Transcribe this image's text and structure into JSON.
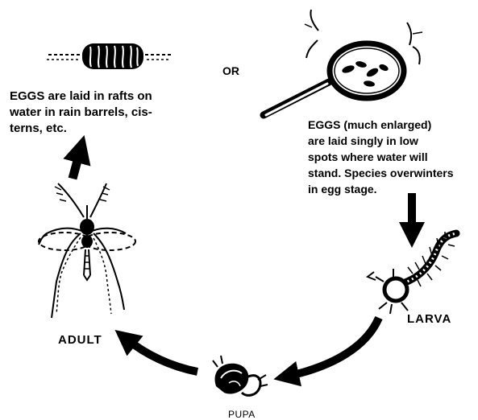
{
  "labels": {
    "or": "OR",
    "larva": "LARVA",
    "adult": "ADULT",
    "pupa": "PUPA"
  },
  "captions": {
    "egg_raft": [
      "EGGS  are laid in rafts on",
      "water in rain barrels, cis-",
      "terns, etc."
    ],
    "egg_single": [
      "EGGS  (much enlarged)",
      "are laid singly in low",
      "spots where water will",
      "stand. Species overwinters",
      "in egg stage."
    ]
  },
  "colors": {
    "ink": "#000000",
    "background": "#ffffff"
  },
  "icons": [
    "egg-raft-icon",
    "magnifying-glass-icon",
    "larva-icon",
    "pupa-icon",
    "adult-mosquito-icon",
    "cycle-arrow-icon"
  ]
}
